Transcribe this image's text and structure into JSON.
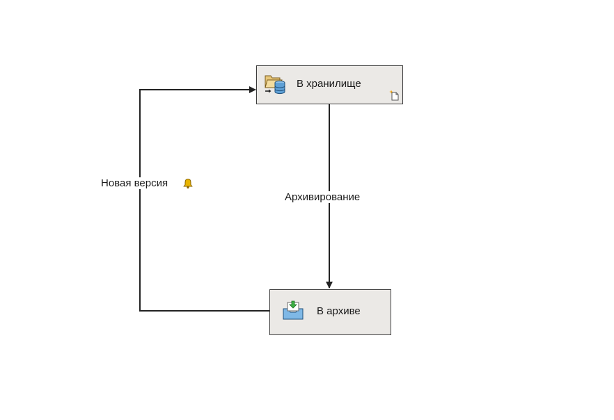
{
  "nodes": {
    "storage": {
      "label": "В хранилище",
      "icon": "folder-database-icon",
      "badge_icon": "new-document-icon"
    },
    "archive": {
      "label": "В архиве",
      "icon": "inbox-tray-icon"
    }
  },
  "edges": {
    "archiving": {
      "label": "Архивирование",
      "from": "storage",
      "to": "archive"
    },
    "new_version": {
      "label": "Новая версия",
      "from": "archive",
      "to": "storage",
      "icon": "bell-icon"
    }
  },
  "colors": {
    "node_fill": "#ebe9e6",
    "line": "#222222"
  }
}
